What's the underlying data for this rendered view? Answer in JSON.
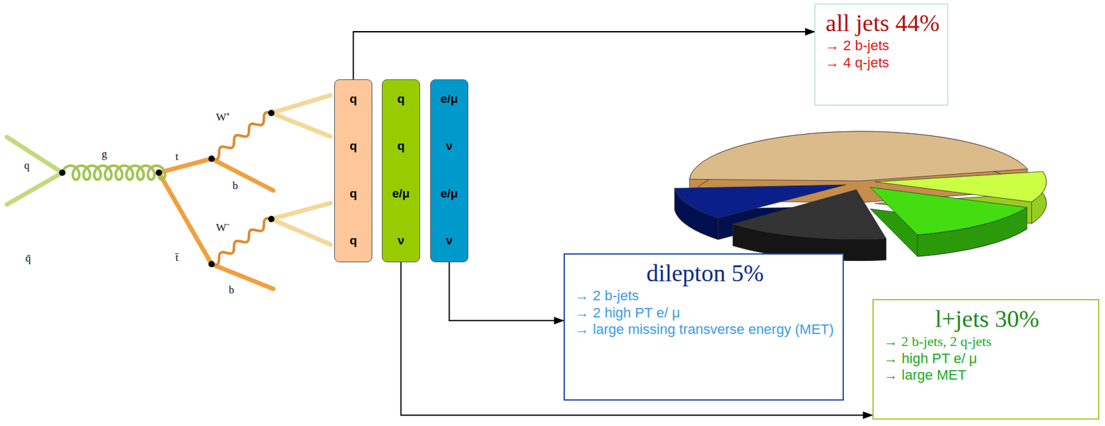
{
  "diagram": {
    "nodes": [
      {
        "text": [
          "q",
          "q",
          "q",
          "q"
        ]
      },
      {
        "text": [
          "q",
          "q",
          "e/μ",
          "ν"
        ]
      },
      {
        "text": [
          "e/μ",
          "ν",
          "e/μ",
          "ν"
        ]
      },
      {
        "text": [
          "all jets 44%",
          "→ 2 b-jets",
          "→ 4 q-jets"
        ]
      },
      {
        "text": [
          "dilepton 5%",
          "→ 2 b-jets",
          "→ 2 high PT e/ μ",
          "→ large missing transverse energy (MET)"
        ]
      },
      {
        "text": [
          "l+jets 30%",
          "→ 2 b-jets, 2 q-jets",
          "→ high PT e/ μ",
          "→ large MET"
        ]
      }
    ],
    "edges": [
      {
        "from": 0,
        "to": 3,
        "arrow": "to"
      },
      {
        "from": 2,
        "to": 4,
        "arrow": "to"
      },
      {
        "from": 1,
        "to": 5,
        "arrow": "to"
      }
    ],
    "labels": [
      "q",
      "g",
      "t",
      "W⁺",
      "b",
      "t̄",
      "W⁻",
      "b",
      "q̄"
    ]
  }
}
